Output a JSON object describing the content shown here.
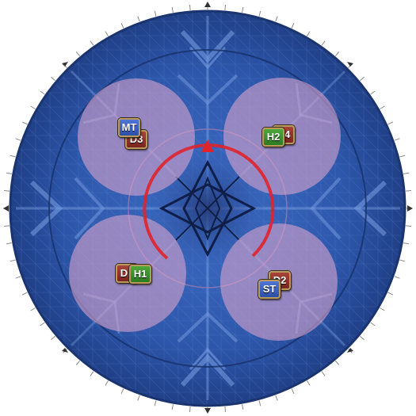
{
  "arena": {
    "floor_color": "#2e56a8",
    "floor_dark": "#1c3a7a",
    "rim_color": "#1a3470",
    "aoe_color": "#d7a0c8",
    "telegraph_color": "#e0242c",
    "snowflake_icon": "snowflake-pattern"
  },
  "markers": {
    "mt": {
      "label": "MT",
      "color": "#3b62c4"
    },
    "d_nw": {
      "label": "D3",
      "color": "#9c3a32"
    },
    "h2": {
      "label": "H2",
      "color": "#3f9a30"
    },
    "d_ne": {
      "label": "D4",
      "color": "#9c3a32"
    },
    "d_sw": {
      "label": "D1",
      "color": "#9c3a32"
    },
    "h1": {
      "label": "H1",
      "color": "#3f9a30"
    },
    "d_se": {
      "label": "D2",
      "color": "#9c3a32"
    },
    "st": {
      "label": "ST",
      "color": "#3b62c4"
    }
  }
}
